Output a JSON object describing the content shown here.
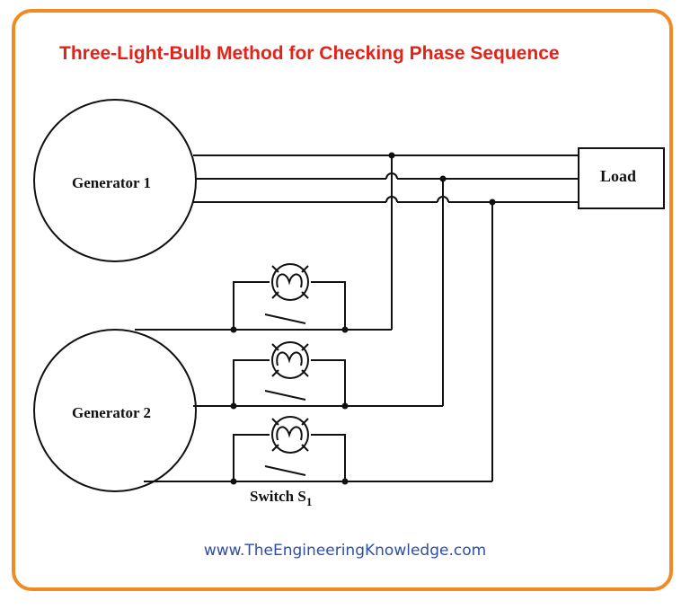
{
  "title": "Three-Light-Bulb Method for Checking Phase Sequence",
  "footer": "www.TheEngineeringKnowledge.com",
  "diagram": {
    "generator1_label": "Generator 1",
    "generator2_label": "Generator 2",
    "load_label": "Load",
    "switch_label": "Switch S",
    "switch_subscript": "1"
  },
  "colors": {
    "border": "#f08a24",
    "title": "#e2231a",
    "footer": "#2e4fa3",
    "wire": "#111111"
  }
}
